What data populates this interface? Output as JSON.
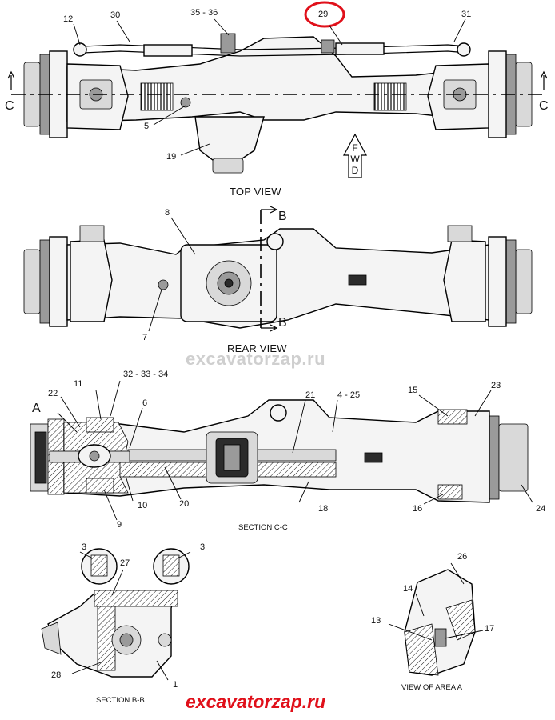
{
  "views": {
    "top_view": "TOP VIEW",
    "rear_view": "REAR VIEW",
    "section_cc": "SECTION C-C",
    "section_bb": "SECTION B-B",
    "view_area_a": "VIEW OF AREA A"
  },
  "markers": {
    "c_left": "C",
    "c_right": "C",
    "b_top": "B",
    "b_bottom": "B",
    "a": "A"
  },
  "fwd": {
    "f": "F",
    "w": "W",
    "d": "D"
  },
  "callouts": {
    "c12": "12",
    "c30": "30",
    "c35_36": "35 - 36",
    "c29": "29",
    "c31": "31",
    "c5": "5",
    "c19": "19",
    "c8": "8",
    "c7": "7",
    "c22": "22",
    "c11": "11",
    "c32_33_34": "32 - 33 - 34",
    "c6": "6",
    "c21": "21",
    "c4_25": "4 - 25",
    "c15": "15",
    "c23": "23",
    "c10": "10",
    "c20": "20",
    "c9": "9",
    "c18": "18",
    "c16": "16",
    "c24": "24",
    "c3_left": "3",
    "c3_right": "3",
    "c27": "27",
    "c28": "28",
    "c1": "1",
    "c26": "26",
    "c14": "14",
    "c13": "13",
    "c17": "17"
  },
  "watermarks": {
    "gray": "excavatorzap.ru",
    "red": "excavatorzap.ru"
  },
  "colors": {
    "highlight": "#e0101a",
    "watermark_gray": "#cfcfcf"
  }
}
